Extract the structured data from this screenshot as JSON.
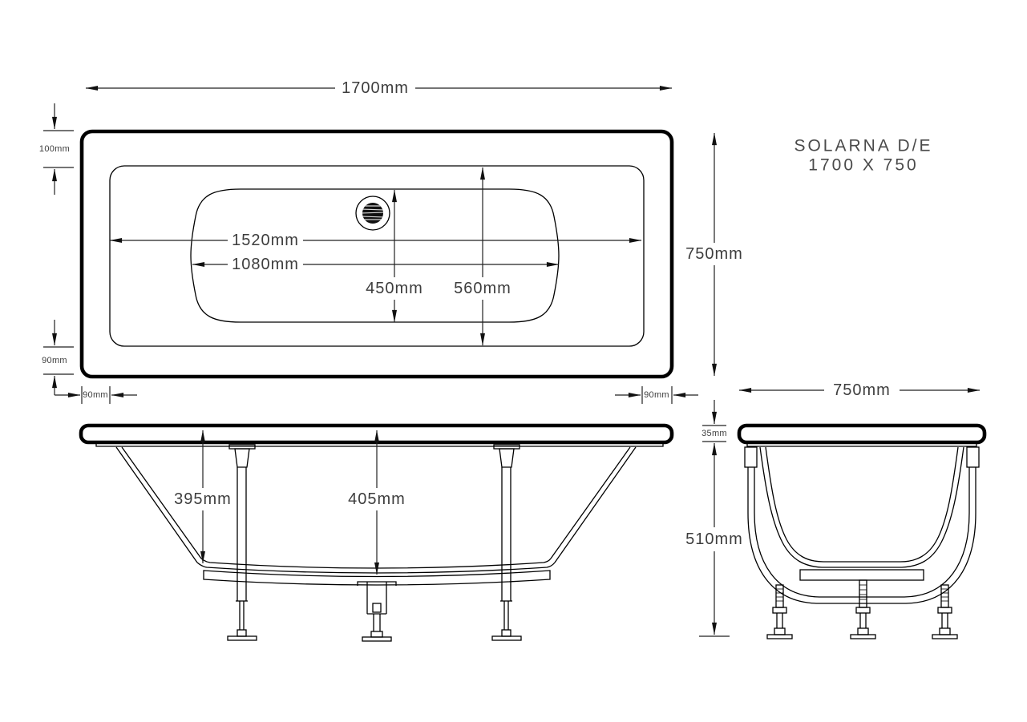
{
  "title": {
    "line1": "SOLARNA D/E",
    "line2": "1700 X 750"
  },
  "plan": {
    "overall_length": "1700mm",
    "overall_width": "750mm",
    "rim_head": "100mm",
    "rim_foot": "90mm",
    "rim_side_left": "90mm",
    "rim_side_right": "90mm",
    "inner_length": "1520mm",
    "floor_length": "1080mm",
    "drain_span": "450mm",
    "inner_width": "560mm"
  },
  "front": {
    "depth_at_wall": "395mm",
    "depth_at_centre": "405mm"
  },
  "side": {
    "overall_width": "750mm",
    "rim_thickness": "35mm",
    "overall_height": "510mm"
  },
  "colors": {
    "line": "#000000",
    "dim_line": "#222222",
    "dim_text": "#3d3d3d",
    "title_text": "#4a4a4a",
    "background": "#ffffff"
  }
}
